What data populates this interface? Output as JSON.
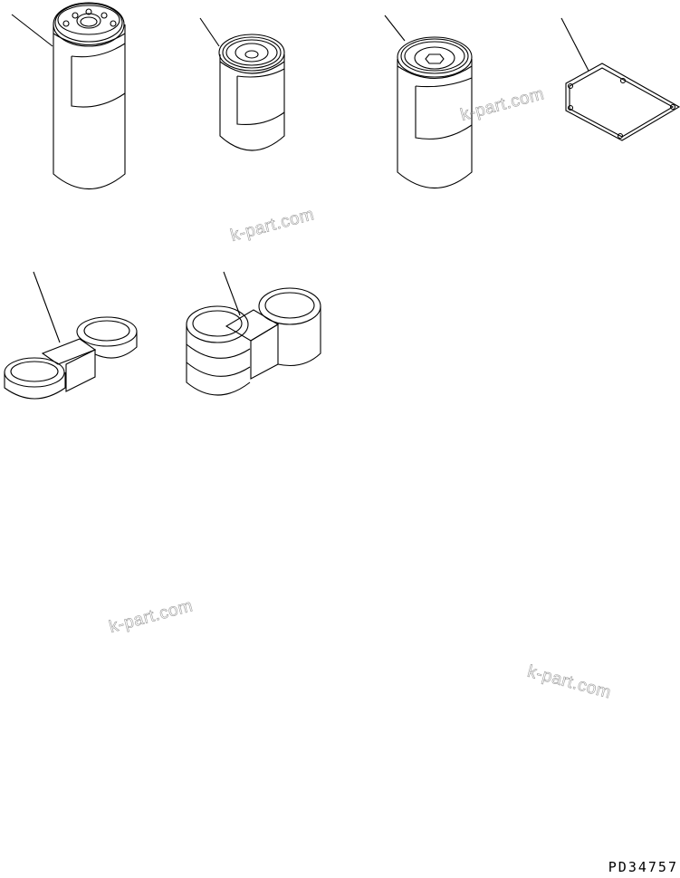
{
  "drawing": {
    "code": "PD34757",
    "stroke_color": "#000000",
    "background": "#ffffff",
    "parts": [
      {
        "id": "oil-filter-large",
        "type": "cartridge filter"
      },
      {
        "id": "oil-filter-small",
        "type": "cartridge filter"
      },
      {
        "id": "fuel-filter",
        "type": "cartridge filter"
      },
      {
        "id": "gasket",
        "type": "gasket"
      },
      {
        "id": "filter-wrench-single",
        "type": "filter wrench"
      },
      {
        "id": "filter-wrench-double",
        "type": "filter wrench"
      }
    ]
  },
  "watermarks": [
    {
      "text": "k-part.com"
    },
    {
      "text": "k-part.com"
    },
    {
      "text": "k-part.com"
    },
    {
      "text": "k-part.com"
    }
  ]
}
